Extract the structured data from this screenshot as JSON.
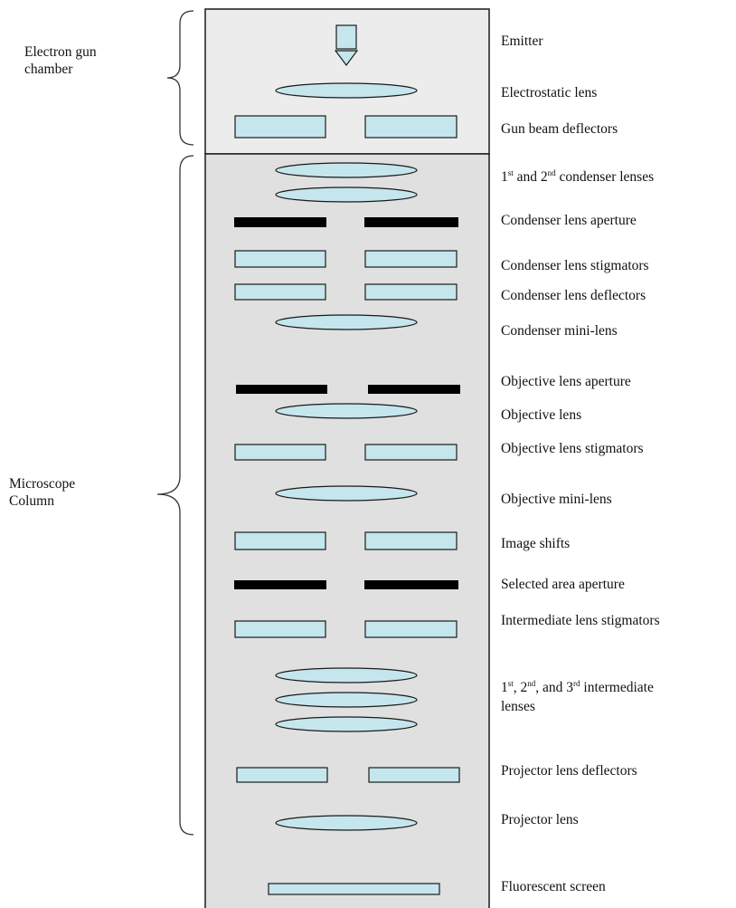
{
  "side_labels": {
    "gun_line1": "Electron gun",
    "gun_line2": "chamber",
    "column_line1": "Microscope",
    "column_line2": "Column"
  },
  "labels": {
    "emitter": "Emitter",
    "electrostatic_lens": "Electrostatic lens",
    "gun_beam_deflectors": "Gun beam deflectors",
    "condenser_lenses": {
      "n1": "1",
      "s1": "st",
      "mid": " and 2",
      "s2": "nd",
      "rest": " condenser lenses"
    },
    "condenser_aperture": "Condenser lens aperture",
    "condenser_stigmators": "Condenser lens stigmators",
    "condenser_deflectors": "Condenser lens deflectors",
    "condenser_mini_lens": "Condenser mini-lens",
    "objective_aperture": "Objective lens aperture",
    "objective_lens": "Objective lens",
    "objective_stigmators": "Objective lens stigmators",
    "objective_mini_lens": "Objective mini-lens",
    "image_shifts": "Image shifts",
    "selected_area_aperture": "Selected area aperture",
    "intermediate_stigmators": "Intermediate lens stigmators",
    "intermediate_lenses": {
      "n1": "1",
      "s1": "st",
      "p2": ", 2",
      "s2": "nd",
      "p3": ", and 3",
      "s3": "rd",
      "rest": " intermediate",
      "line2": "lenses"
    },
    "projector_deflectors": "Projector lens deflectors",
    "projector_lens": "Projector lens",
    "fluorescent_screen": "Fluorescent screen"
  },
  "colors": {
    "gun_chamber_fill": "#ececec",
    "column_fill": "#e0e0e0",
    "lens_fill": "#c5e6ec",
    "aperture_fill": "#000000",
    "outline": "#1a1a1a"
  }
}
